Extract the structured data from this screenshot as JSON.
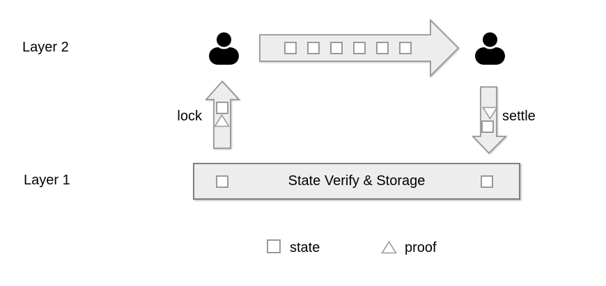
{
  "labels": {
    "layer2": "Layer 2",
    "layer1": "Layer 1",
    "lock": "lock",
    "settle": "settle"
  },
  "layer1_box": {
    "title": "State Verify & Storage"
  },
  "tx_arrow": {
    "square_count": 6
  },
  "legend": [
    {
      "symbol": "square",
      "label": "state"
    },
    {
      "symbol": "triangle",
      "label": "proof"
    }
  ],
  "colors": {
    "background": "#ffffff",
    "shape_fill": "#ededed",
    "shape_border": "#969696",
    "small_shape_border": "#999999",
    "box_border": "#7f7f7f",
    "person": "#000000",
    "text": "#000000"
  }
}
